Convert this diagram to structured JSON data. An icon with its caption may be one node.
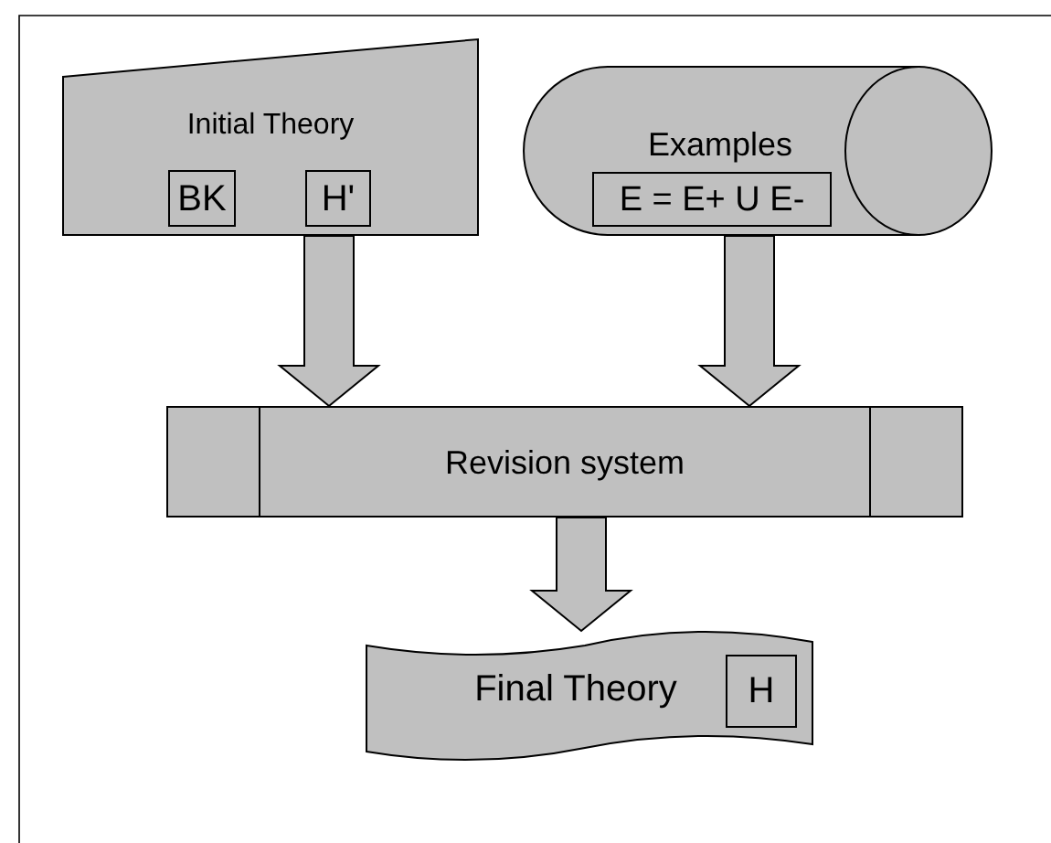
{
  "diagram": {
    "nodes": [
      {
        "text": [
          "Initial Theory"
        ]
      },
      {
        "text": [
          "BK"
        ],
        "in": 0
      },
      {
        "text": [
          "H'"
        ],
        "in": 0
      },
      {
        "text": [
          "Examples"
        ]
      },
      {
        "text": [
          "E = E+ U E-"
        ],
        "in": 3
      },
      {
        "text": [
          "Revision system"
        ]
      },
      {
        "text": [
          "Final Theory"
        ]
      },
      {
        "text": [
          "H"
        ],
        "in": 6
      }
    ],
    "edges": [
      {
        "from": 0,
        "to": 5,
        "arrow": "to",
        "style": "thick"
      },
      {
        "from": 3,
        "to": 5,
        "arrow": "to",
        "style": "thick"
      },
      {
        "from": 5,
        "to": 6,
        "arrow": "to",
        "style": "thick"
      }
    ]
  }
}
